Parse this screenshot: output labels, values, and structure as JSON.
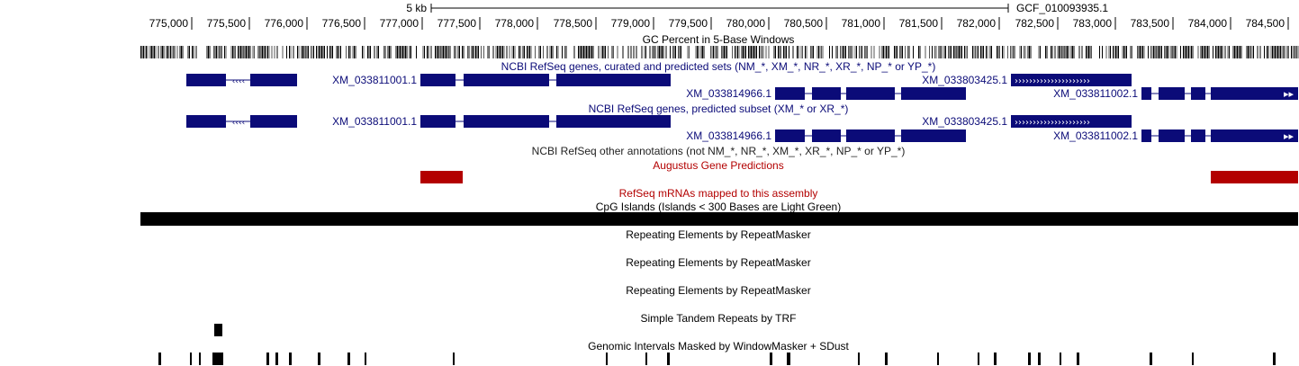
{
  "scale": {
    "label": "5 kb",
    "assembly": "GCF_010093935.1"
  },
  "ruler": {
    "ticks": [
      "775,000",
      "775,500",
      "776,000",
      "776,500",
      "777,000",
      "777,500",
      "778,000",
      "778,500",
      "779,000",
      "779,500",
      "780,000",
      "780,500",
      "781,000",
      "781,500",
      "782,000",
      "782,500",
      "783,000",
      "783,500",
      "784,000",
      "784,500"
    ]
  },
  "tracks": {
    "gc_percent": "GC Percent in 5-Base Windows",
    "refseq_all": "NCBI RefSeq genes, curated and predicted sets (NM_*, XM_*, NR_*, XR_*, NP_* or YP_*)",
    "refseq_predicted": "NCBI RefSeq genes, predicted subset (XM_* or XR_*)",
    "refseq_other": "NCBI RefSeq other annotations (not NM_*, NR_*, XM_*, XR_*, NP_* or YP_*)",
    "augustus": "Augustus Gene Predictions",
    "refseq_mrna": "RefSeq mRNAs mapped to this assembly",
    "cpg": "CpG Islands (Islands < 300 Bases are Light Green)",
    "rmsk1": "Repeating Elements by RepeatMasker",
    "rmsk2": "Repeating Elements by RepeatMasker",
    "rmsk3": "Repeating Elements by RepeatMasker",
    "trf": "Simple Tandem Repeats by TRF",
    "windowmasker": "Genomic Intervals Masked by WindowMasker + SDust"
  },
  "genes": {
    "g1": "XM_033811001.1",
    "g2": "XM_033803425.1",
    "g3": "XM_033814966.1",
    "g4": "XM_033811002.1"
  },
  "colors": {
    "gene": "#0b0b78",
    "augustus": "#b30000",
    "label_red": "#b30000",
    "label_blue": "#0b0b78",
    "black": "#000000"
  }
}
